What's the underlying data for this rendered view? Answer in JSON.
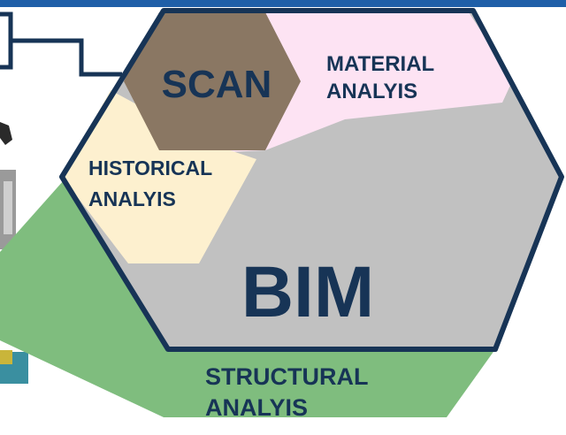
{
  "diagram": {
    "center_label": "BIM",
    "sections": {
      "scan": {
        "label": "SCAN"
      },
      "material": {
        "lines": [
          "MATERIAL",
          "ANALYIS"
        ]
      },
      "historical": {
        "lines": [
          "HISTORICAL",
          "ANALYIS"
        ]
      },
      "structural": {
        "lines": [
          "STRUCTURAL",
          "ANALYIS"
        ]
      }
    },
    "colors": {
      "header_bar": "#1f5fa8",
      "outline": "#173456",
      "text": "#173456",
      "bim": "#c1c1c1",
      "scan": "#8a7763",
      "material": "#fde3f3",
      "historical": "#fdf0cf",
      "structural": "#7fbd7e"
    }
  }
}
